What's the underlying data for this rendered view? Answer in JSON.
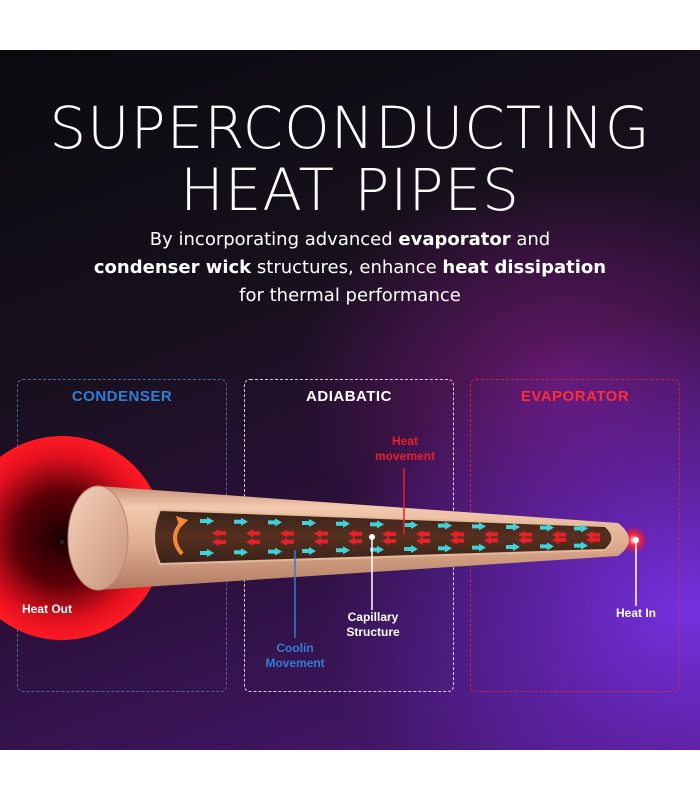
{
  "title": {
    "line1": "SUPERCONDUCTING",
    "line2": "HEAT PIPES"
  },
  "subtitle": {
    "l1_a": "By incorporating advanced ",
    "l1_b": "evaporator",
    "l1_c": " and",
    "l2_a": "condenser wick",
    "l2_b": " structures, enhance ",
    "l2_c": "heat dissipation",
    "l3": "for thermal performance"
  },
  "zones": {
    "condenser": "CONDENSER",
    "adiabatic": "ADIABATIC",
    "evaporator": "EVAPORATOR"
  },
  "callouts": {
    "heat_movement_1": "Heat",
    "heat_movement_2": "movement",
    "heat_out": "Heat Out",
    "heat_in": "Heat In",
    "capillary_1": "Capillary",
    "capillary_2": "Structure",
    "coolin_1": "Coolin",
    "coolin_2": "Movement"
  },
  "colors": {
    "condenser": "#2f7fd6",
    "adiabatic": "#ffffff",
    "evaporator": "#ff2d3a",
    "pipe_copper": "#e7b79a",
    "cool_arrow": "#3fd2d6",
    "heat_arrow": "#e8202a"
  },
  "icons": {
    "cool_arrows": "right-arrow-icon",
    "heat_arrows": "left-arrow-icon",
    "return_flow": "curved-arrow-icon"
  }
}
